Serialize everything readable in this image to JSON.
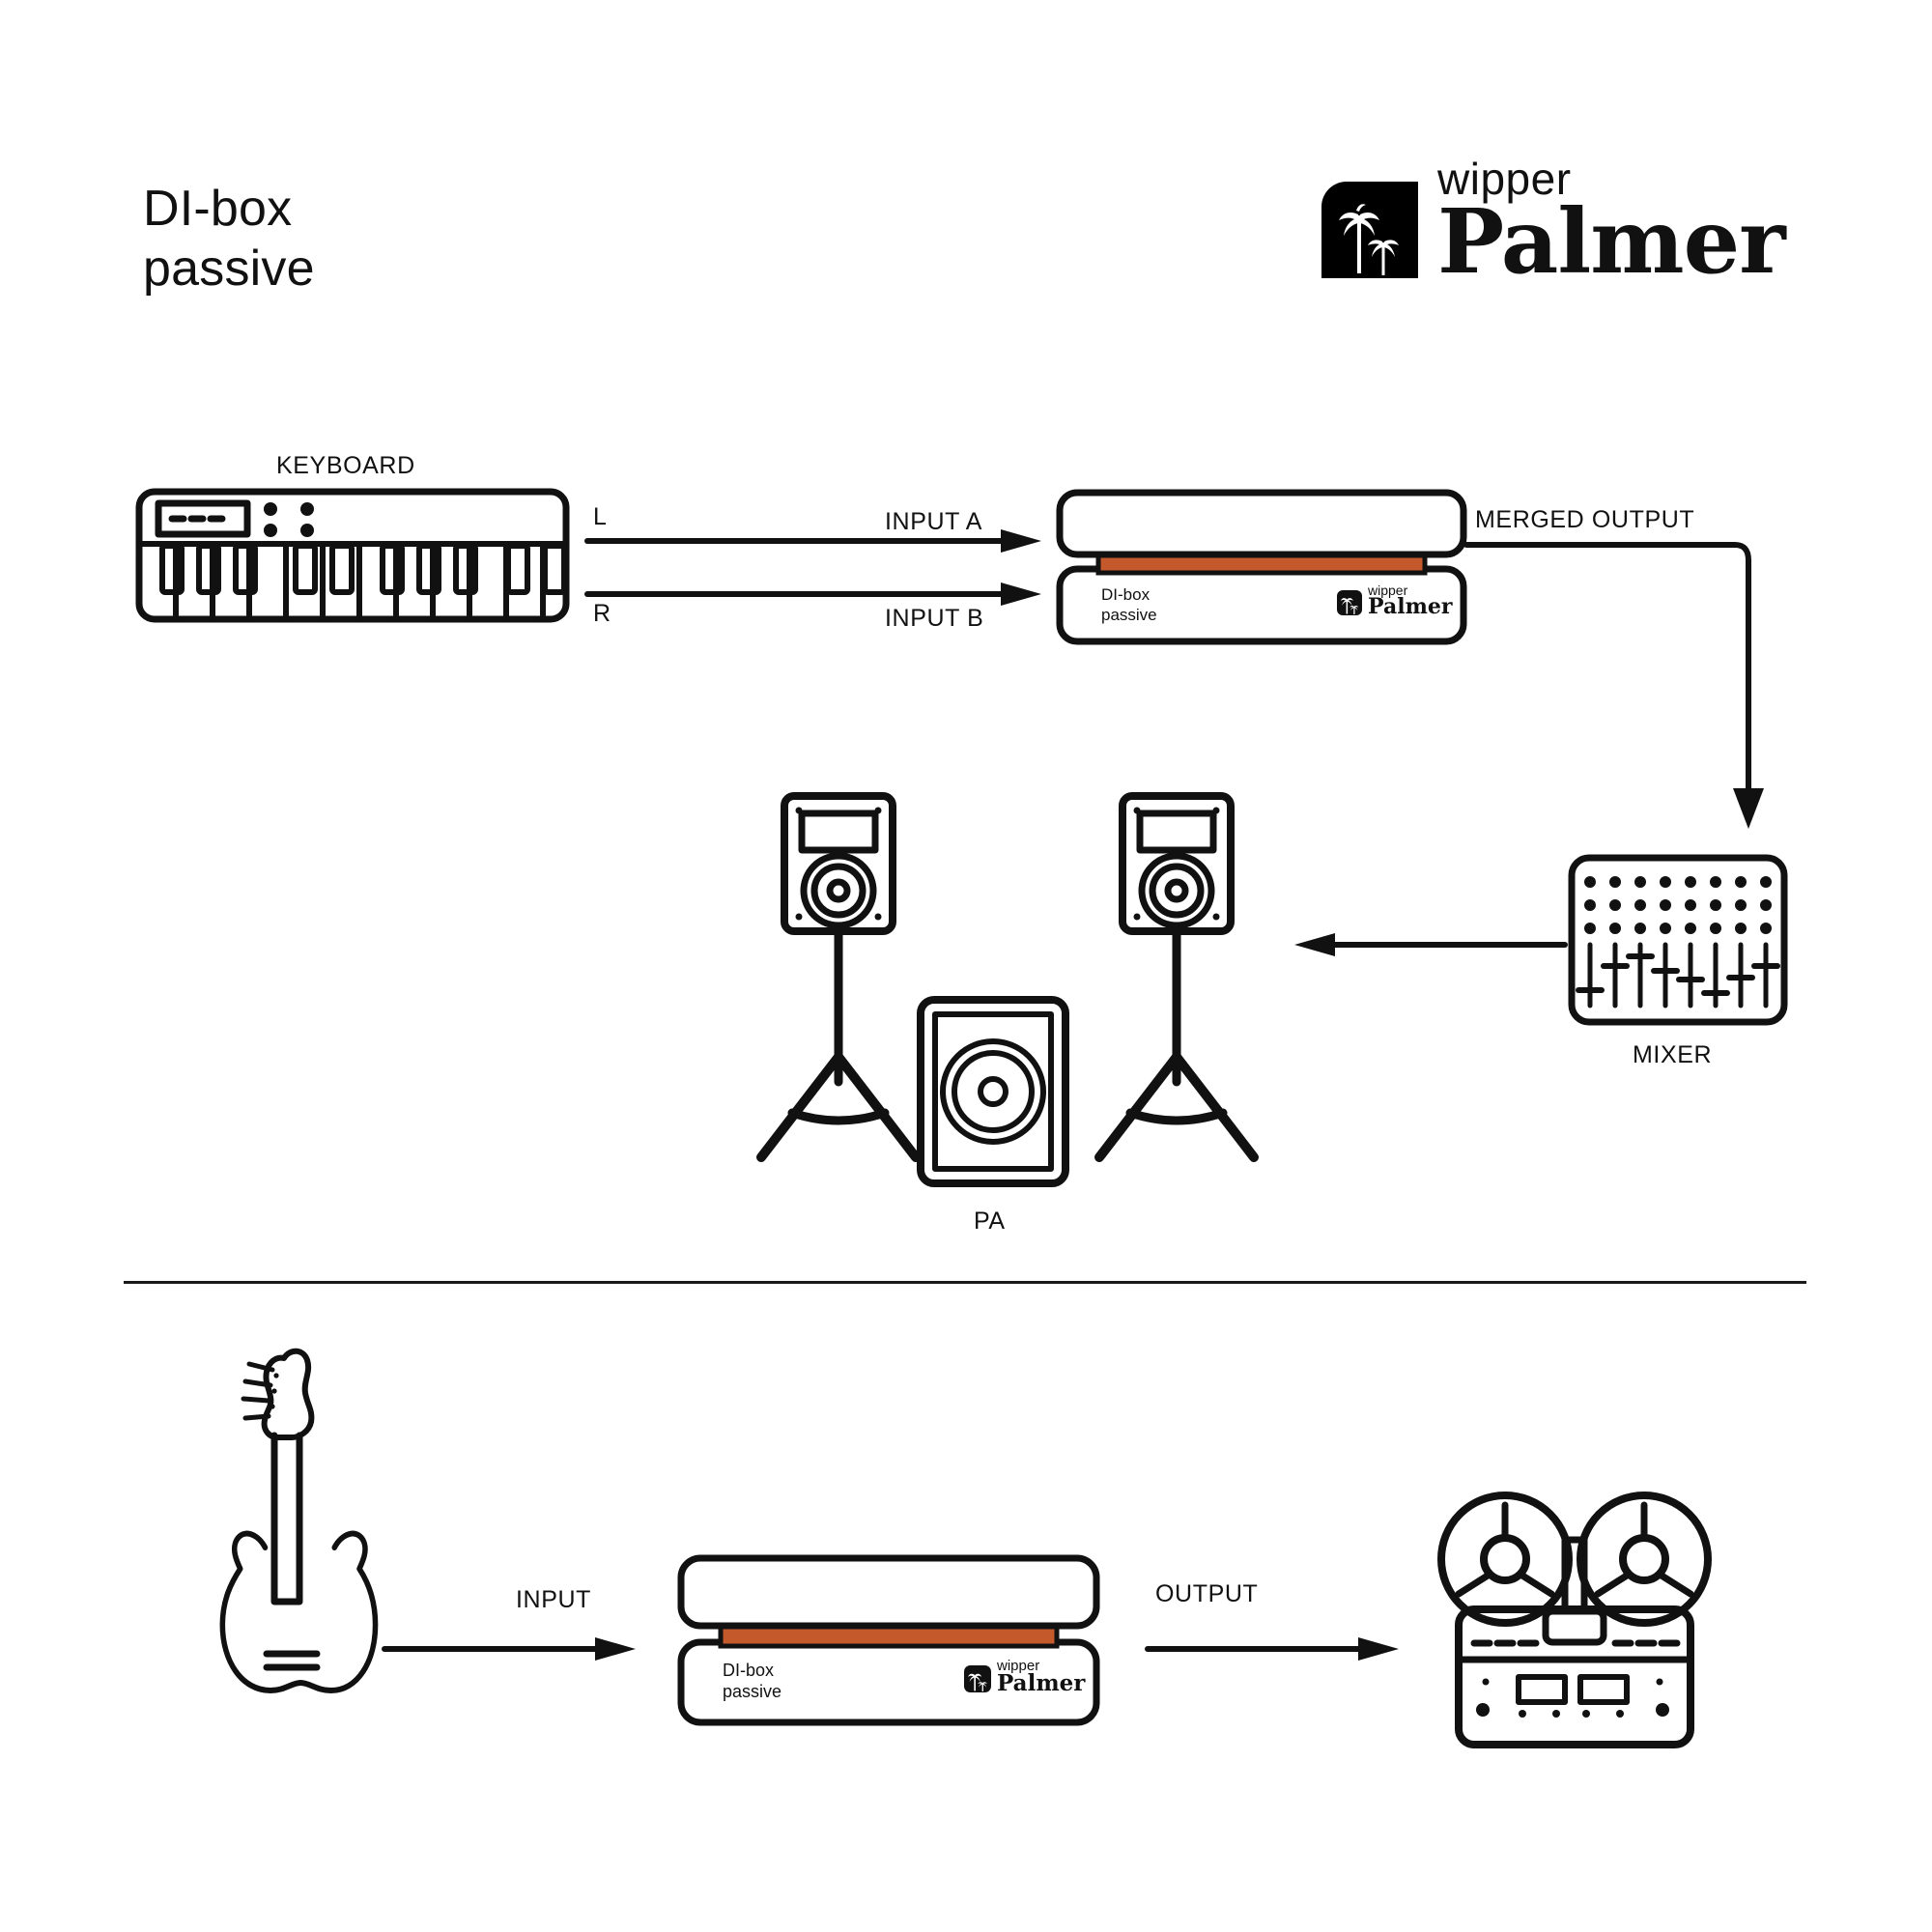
{
  "page": {
    "title": "DI-box\npassive",
    "background_color": "#ffffff",
    "line_color": "#111111",
    "accent_color": "#c4592c"
  },
  "brand": {
    "wordmark_top": "wipper",
    "wordmark_main": "Palmer",
    "mark_icon": "palm-tree-logo-icon"
  },
  "diagram_top": {
    "keyboard": {
      "label": "KEYBOARD",
      "icon": "keyboard-icon"
    },
    "cables": [
      {
        "channel": "L",
        "destination": "INPUT A"
      },
      {
        "channel": "R",
        "destination": "INPUT B"
      }
    ],
    "dibox": {
      "name_line1": "DI-box",
      "name_line2": "passive",
      "brand_top": "wipper",
      "brand_main": "Palmer"
    },
    "merged_output_label": "MERGED OUTPUT",
    "mixer": {
      "label": "MIXER",
      "icon": "mixer-icon",
      "knob_rows": 3,
      "knob_columns": 8,
      "fader_count": 8
    },
    "pa": {
      "label": "PA",
      "icon": "subwoofer-icon"
    },
    "speakers": [
      {
        "icon": "speaker-on-stand-icon",
        "position": "left"
      },
      {
        "icon": "speaker-on-stand-icon",
        "position": "right"
      }
    ]
  },
  "diagram_bottom": {
    "guitar": {
      "icon": "electric-guitar-icon"
    },
    "input_label": "INPUT",
    "dibox": {
      "name_line1": "DI-box",
      "name_line2": "passive",
      "brand_top": "wipper",
      "brand_main": "Palmer"
    },
    "output_label": "OUTPUT",
    "recorder": {
      "icon": "reel-to-reel-recorder-icon"
    }
  }
}
